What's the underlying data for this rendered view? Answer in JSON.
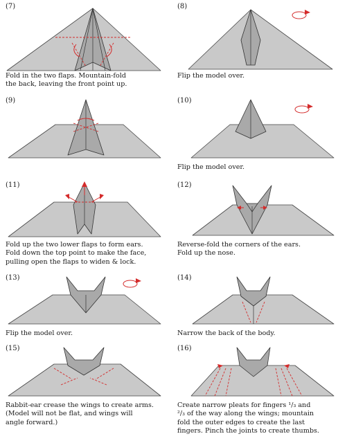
{
  "steps": [
    {
      "num": "(7)",
      "lines": [
        "Fold in the two flaps.  Mountain-fold",
        "the back, leaving the front point up."
      ]
    },
    {
      "num": "(8)",
      "lines": [
        "Flip the model over."
      ]
    },
    {
      "num": "(9)",
      "lines": []
    },
    {
      "num": "(10)",
      "lines": [
        "Flip the model over."
      ]
    },
    {
      "num": "(11)",
      "lines": [
        "Fold up the two lower flaps to form ears.",
        "Fold down the top point to make the face,",
        "pulling open the flaps to widen & lock."
      ]
    },
    {
      "num": "(12)",
      "lines": [
        "Reverse-fold the corners of the ears.",
        "Fold up the nose."
      ]
    },
    {
      "num": "(13)",
      "lines": [
        "Flip the model over."
      ]
    },
    {
      "num": "(14)",
      "lines": [
        "Narrow the back of the body."
      ]
    },
    {
      "num": "(15)",
      "lines": [
        "Rabbit-ear crease the wings to create arms.",
        "(Model will not be flat, and wings will",
        "angle forward.)"
      ]
    },
    {
      "num": "(16)",
      "lines": [
        "Create narrow pleats for fingers ¹/₃ and",
        "²/₃ of the way along the wings; mountain",
        "fold the outer edges to create the last",
        "fingers.  Pinch the joints to create thumbs."
      ]
    }
  ],
  "colors": {
    "paper": "#c9c9c9",
    "fold_line": "#d42b2b",
    "outline": "#444444"
  }
}
